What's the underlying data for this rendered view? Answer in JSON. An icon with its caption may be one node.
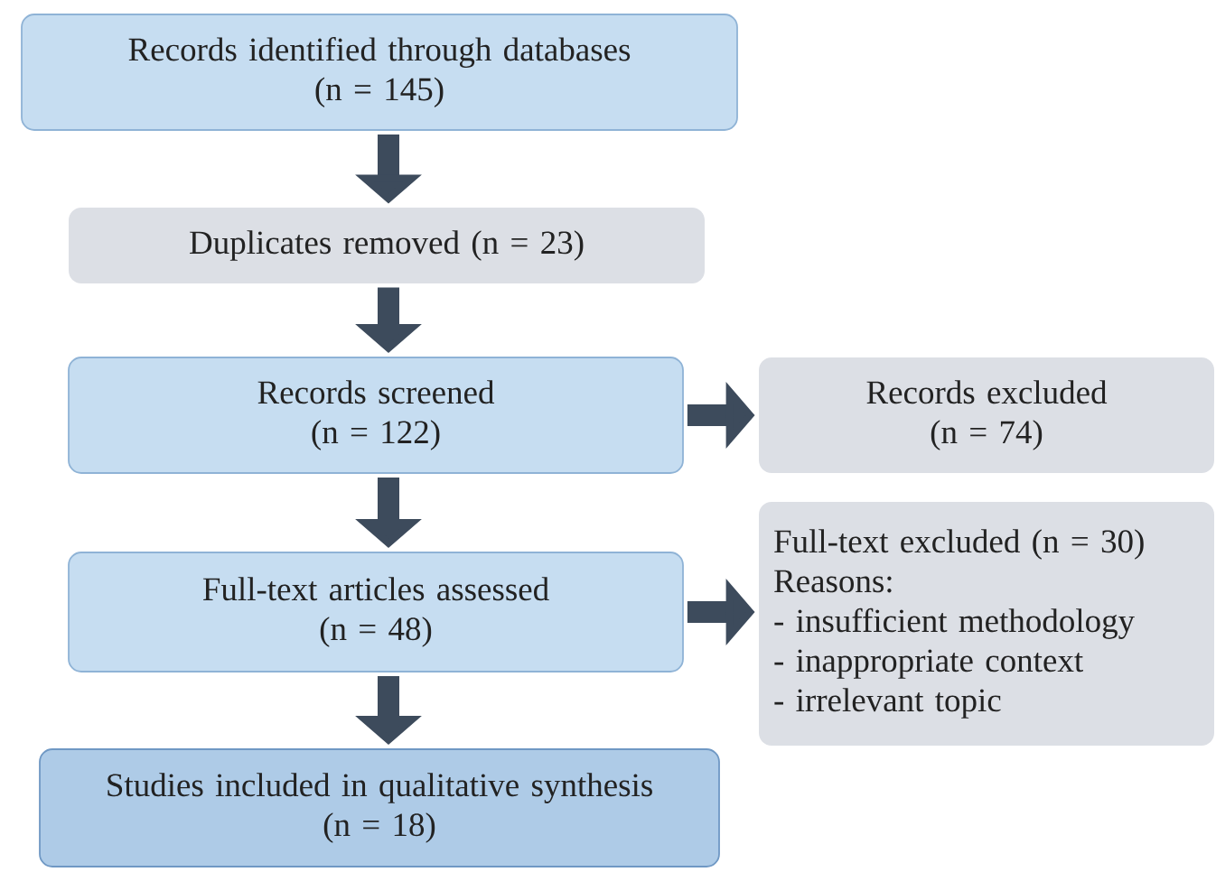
{
  "diagram": {
    "nodes": [
      {
        "text": [
          "Records identified through databases",
          "(n = 145)"
        ]
      },
      {
        "text": [
          "Duplicates removed (n = 23)"
        ]
      },
      {
        "text": [
          "Records screened",
          "(n = 122)"
        ]
      },
      {
        "text": [
          "Records excluded",
          "(n = 74)"
        ]
      },
      {
        "text": [
          "Full-text articles assessed",
          "(n = 48)"
        ]
      },
      {
        "text": [
          "Full-text excluded (n = 30)",
          "Reasons:",
          "- insufficient methodology",
          "- inappropriate context",
          "- irrelevant topic"
        ]
      },
      {
        "text": [
          "Studies included in qualitative synthesis",
          "(n = 18)"
        ]
      }
    ],
    "edges": [
      {
        "from": 0,
        "to": 1,
        "arrow": "to"
      },
      {
        "from": 1,
        "to": 2,
        "arrow": "to"
      },
      {
        "from": 2,
        "to": 3,
        "arrow": "to"
      },
      {
        "from": 2,
        "to": 4,
        "arrow": "to"
      },
      {
        "from": 4,
        "to": 5,
        "arrow": "to"
      },
      {
        "from": 4,
        "to": 6,
        "arrow": "to"
      }
    ]
  }
}
